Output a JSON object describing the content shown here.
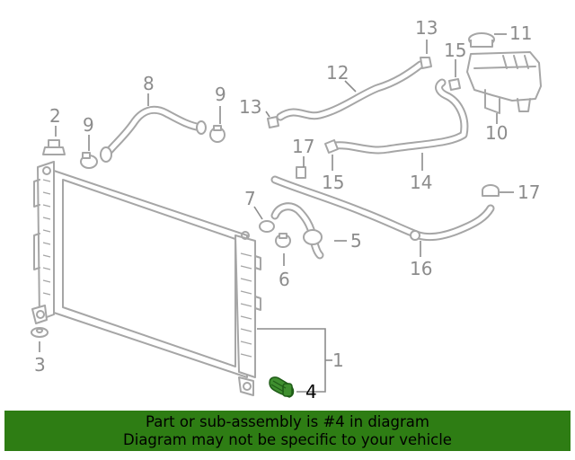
{
  "callouts": {
    "c1": "1",
    "c2": "2",
    "c3": "3",
    "c4": "4",
    "c5": "5",
    "c6": "6",
    "c7": "7",
    "c8": "8",
    "c9a": "9",
    "c9b": "9",
    "c10": "10",
    "c11": "11",
    "c12": "12",
    "c13a": "13",
    "c13b": "13",
    "c14": "14",
    "c15a": "15",
    "c15b": "15",
    "c16": "16",
    "c17a": "17",
    "c17b": "17"
  },
  "highlight": {
    "part_number": "4",
    "color": "#3f8f2f"
  },
  "banner": {
    "line1": "Part or sub-assembly is #4 in diagram",
    "line2": "Diagram may not be specific to your vehicle",
    "background": "#2e7d14"
  }
}
